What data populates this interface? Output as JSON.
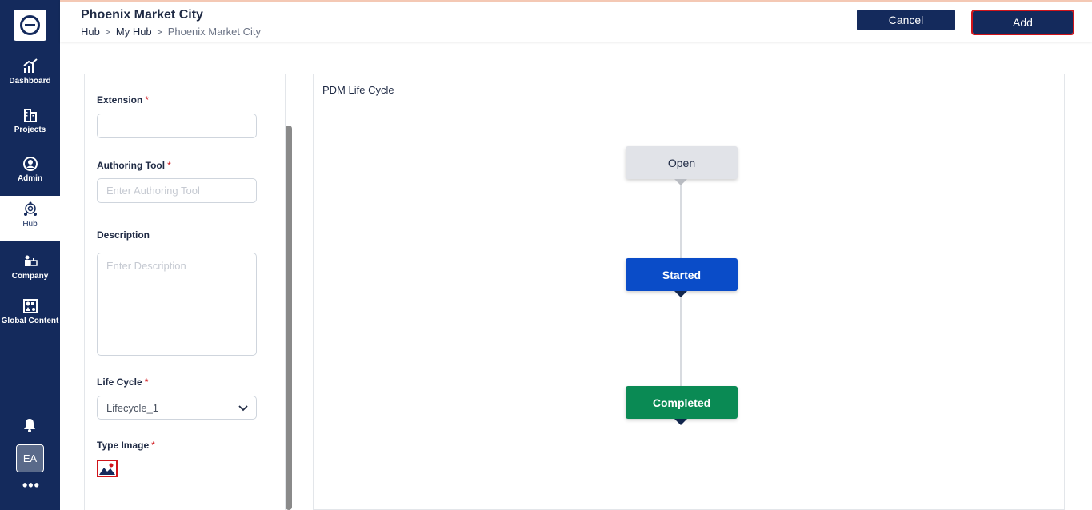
{
  "sidebar": {
    "items": [
      {
        "label": "Dashboard",
        "icon": "chart-icon"
      },
      {
        "label": "Projects",
        "icon": "building-icon"
      },
      {
        "label": "Admin",
        "icon": "user-circle-icon"
      },
      {
        "label": "Hub",
        "icon": "hub-icon",
        "active": true
      },
      {
        "label": "Company",
        "icon": "company-icon"
      },
      {
        "label": "Global Content",
        "icon": "global-content-icon"
      }
    ],
    "avatar": "EA",
    "more": "•••"
  },
  "header": {
    "title": "Phoenix Market City",
    "breadcrumb": [
      "Hub",
      "My Hub",
      "Phoenix Market City"
    ],
    "cancel_label": "Cancel",
    "add_label": "Add"
  },
  "form": {
    "extension_label": "Extension",
    "extension_value": "",
    "authoring_tool_label": "Authoring Tool",
    "authoring_tool_placeholder": "Enter Authoring Tool",
    "description_label": "Description",
    "description_placeholder": "Enter Description",
    "life_cycle_label": "Life Cycle",
    "life_cycle_value": "Lifecycle_1",
    "type_image_label": "Type Image",
    "required_mark": "*"
  },
  "lifecycle": {
    "title": "PDM Life Cycle",
    "states": [
      "Open",
      "Started",
      "Completed"
    ]
  },
  "colors": {
    "sidebar": "#142a5c",
    "open": "#e1e3e8",
    "started": "#0a4cc8",
    "completed": "#0a8a54",
    "required": "#d0141a"
  }
}
